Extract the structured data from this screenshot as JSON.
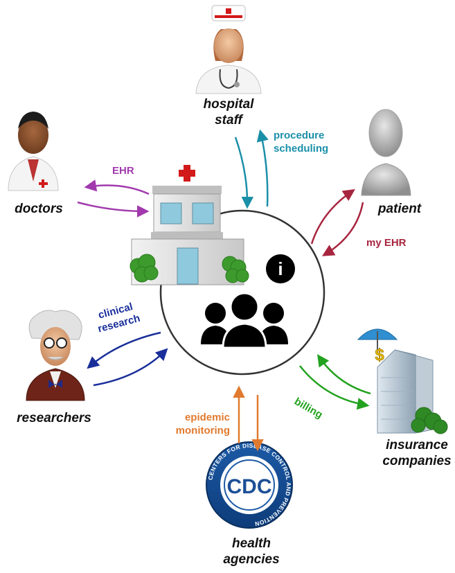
{
  "stakeholders": {
    "hospital_staff": {
      "line1": "hospital",
      "line2": "staff"
    },
    "doctors": "doctors",
    "patient": "patient",
    "researchers": "researchers",
    "insurance": {
      "line1": "insurance",
      "line2": "companies"
    },
    "health_agencies": {
      "line1": "health",
      "line2": "agencies"
    }
  },
  "flows": {
    "procedure_scheduling": {
      "line1": "procedure",
      "line2": "scheduling",
      "color": "#1a8fa8"
    },
    "ehr": {
      "text": "EHR",
      "color": "#a23aae"
    },
    "my_ehr": {
      "text": "my EHR",
      "color": "#a8253f"
    },
    "clinical_research": {
      "line1": "clinical",
      "line2": "research",
      "color": "#1a2f9a"
    },
    "billing": {
      "text": "billing",
      "color": "#22a21e"
    },
    "epidemic_monitoring": {
      "line1": "epidemic",
      "line2": "monitoring",
      "color": "#e07a2e"
    }
  },
  "center": {
    "info_glyph": "i"
  },
  "cdc_seal": {
    "initials": "CDC",
    "ring_text": "CENTERS FOR DISEASE CONTROL AND PREVENTION"
  },
  "icons": [
    "nurse-icon",
    "doctor-icon",
    "patient-icon",
    "researcher-icon",
    "insurance-building-icon",
    "cdc-seal-icon",
    "hospital-icon",
    "users-group-icon",
    "info-icon"
  ]
}
